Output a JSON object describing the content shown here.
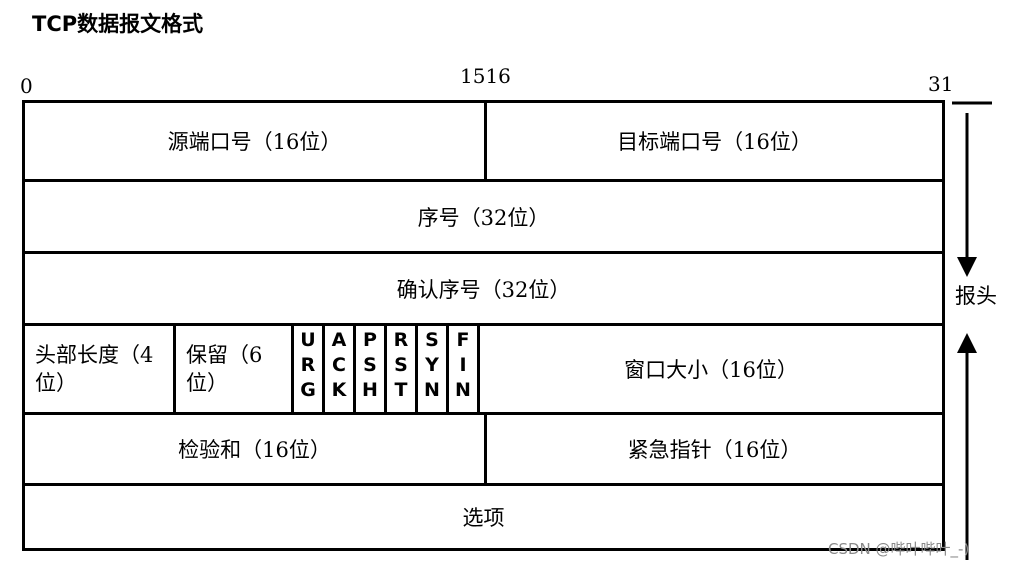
{
  "title": "TCP数据报文格式",
  "bit_labels": {
    "start": "0",
    "mid": "1516",
    "end": "31"
  },
  "rows": {
    "r1": [
      "源端口号（16位）",
      "目标端口号（16位）"
    ],
    "r2": "序号（32位）",
    "r3": "确认序号（32位）",
    "r4": {
      "header_len": "头部长度（4位）",
      "reserved": "保留（6位）",
      "flags": [
        "URG",
        "ACK",
        "PSH",
        "RST",
        "SYN",
        "FIN"
      ],
      "window": "窗口大小（16位）"
    },
    "r5": [
      "检验和（16位）",
      "紧急指针（16位）"
    ],
    "r6": "选项"
  },
  "side_label": "报头",
  "watermark": "CSDN @哔叶哔叶_-)"
}
